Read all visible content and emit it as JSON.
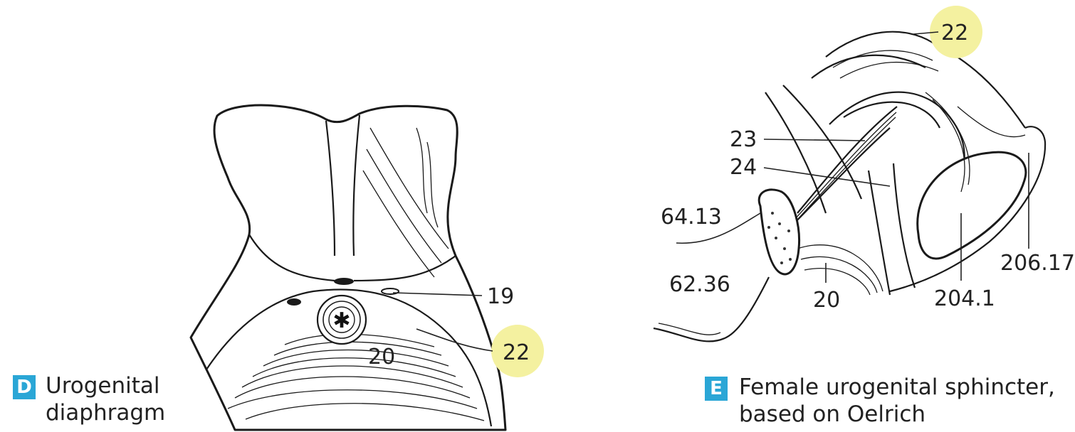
{
  "panel_d": {
    "letter": "D",
    "caption_line1": "Urogenital",
    "caption_line2": "diaphragm",
    "labels": {
      "l19": "19",
      "l22": "22",
      "l20": "20"
    }
  },
  "panel_e": {
    "letter": "E",
    "caption_line1": "Female urogenital sphincter,",
    "caption_line2": "based on Oelrich",
    "labels": {
      "l22": "22",
      "l23": "23",
      "l24": "24",
      "l64_13": "64.13",
      "l62_36": "62.36",
      "l20": "20",
      "l204_1": "204.1",
      "l206_17": "206.17"
    }
  },
  "colors": {
    "highlight": "#f4f1a0",
    "badge": "#2aa6d6",
    "ink": "#222222"
  }
}
